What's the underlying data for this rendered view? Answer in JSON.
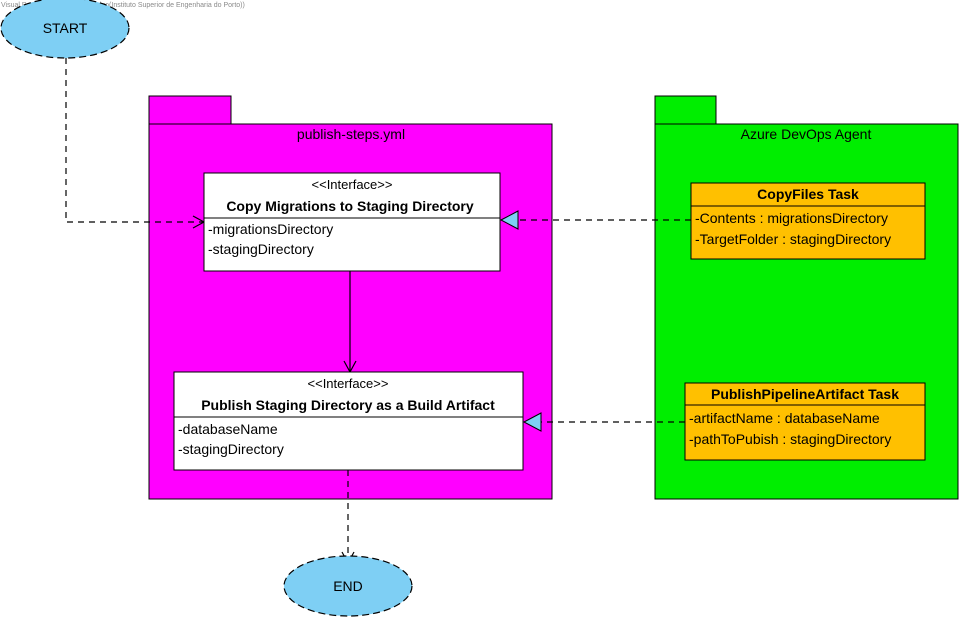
{
  "watermark": "Visual Paradigm Standard(Rodrigo(Instituto Superior de Engenharia do Porto))",
  "colors": {
    "package_magenta": "#ff00ff",
    "package_green": "#00ee00",
    "task_orange": "#ffc000",
    "ellipse_blue": "#7ecff4",
    "interface_white": "#ffffff",
    "triangle_blue": "#7ecff4"
  },
  "start": {
    "label": "START"
  },
  "end": {
    "label": "END"
  },
  "packages": {
    "publish_steps": {
      "name": "publish-steps.yml"
    },
    "azure_agent": {
      "name": "Azure DevOps Agent"
    }
  },
  "interfaces": {
    "copy_migrations": {
      "stereotype": "<<Interface>>",
      "name": "Copy Migrations to Staging Directory",
      "attributes": [
        "-migrationsDirectory",
        "-stagingDirectory"
      ]
    },
    "publish_staging": {
      "stereotype": "<<Interface>>",
      "name": "Publish Staging Directory as a Build Artifact",
      "attributes": [
        "-databaseName",
        "-stagingDirectory"
      ]
    }
  },
  "tasks": {
    "copyfiles": {
      "name": "CopyFiles Task",
      "attributes": [
        "-Contents : migrationsDirectory",
        "-TargetFolder : stagingDirectory"
      ]
    },
    "publish_artifact": {
      "name": "PublishPipelineArtifact Task",
      "attributes": [
        "-artifactName : databaseName",
        "-pathToPubish : stagingDirectory"
      ]
    }
  }
}
